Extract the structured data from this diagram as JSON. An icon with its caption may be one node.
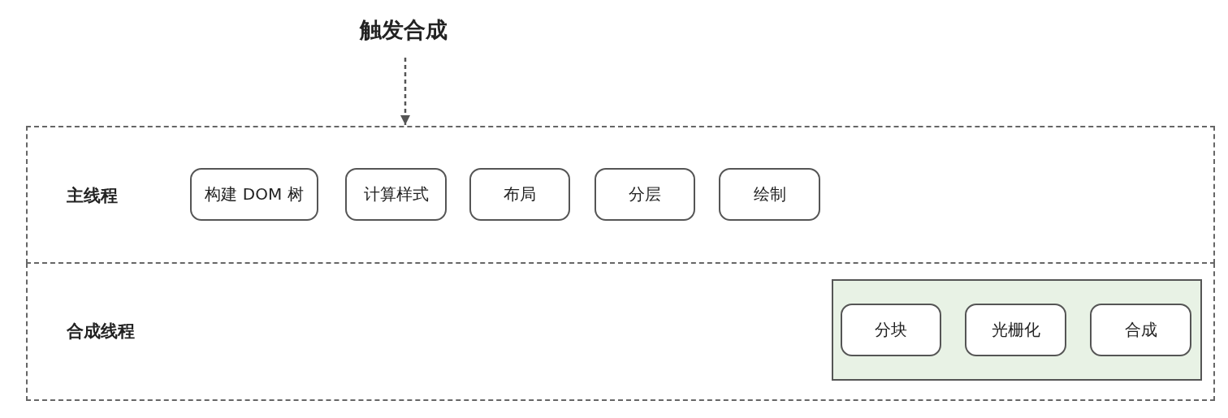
{
  "diagram": {
    "nodes": [
      {
        "text": [
          "触发合成"
        ]
      },
      {
        "text": [
          "主线程"
        ]
      },
      {
        "text": [
          "合成线程"
        ]
      },
      {
        "text": [
          "构建 DOM 树"
        ],
        "in": 1
      },
      {
        "text": [
          "计算样式"
        ],
        "in": 1
      },
      {
        "text": [
          "布局"
        ],
        "in": 1
      },
      {
        "text": [
          "分层"
        ],
        "in": 1
      },
      {
        "text": [
          "绘制"
        ],
        "in": 1
      },
      {
        "text": [],
        "shape": "box",
        "in": 2
      },
      {
        "text": [
          "分块"
        ],
        "in": 8
      },
      {
        "text": [
          "光栅化"
        ],
        "in": 8
      },
      {
        "text": [
          "合成"
        ],
        "in": 8
      }
    ],
    "edges": [
      {
        "from": 0,
        "to": 1,
        "arrow": "to",
        "style": "dashed"
      }
    ]
  }
}
